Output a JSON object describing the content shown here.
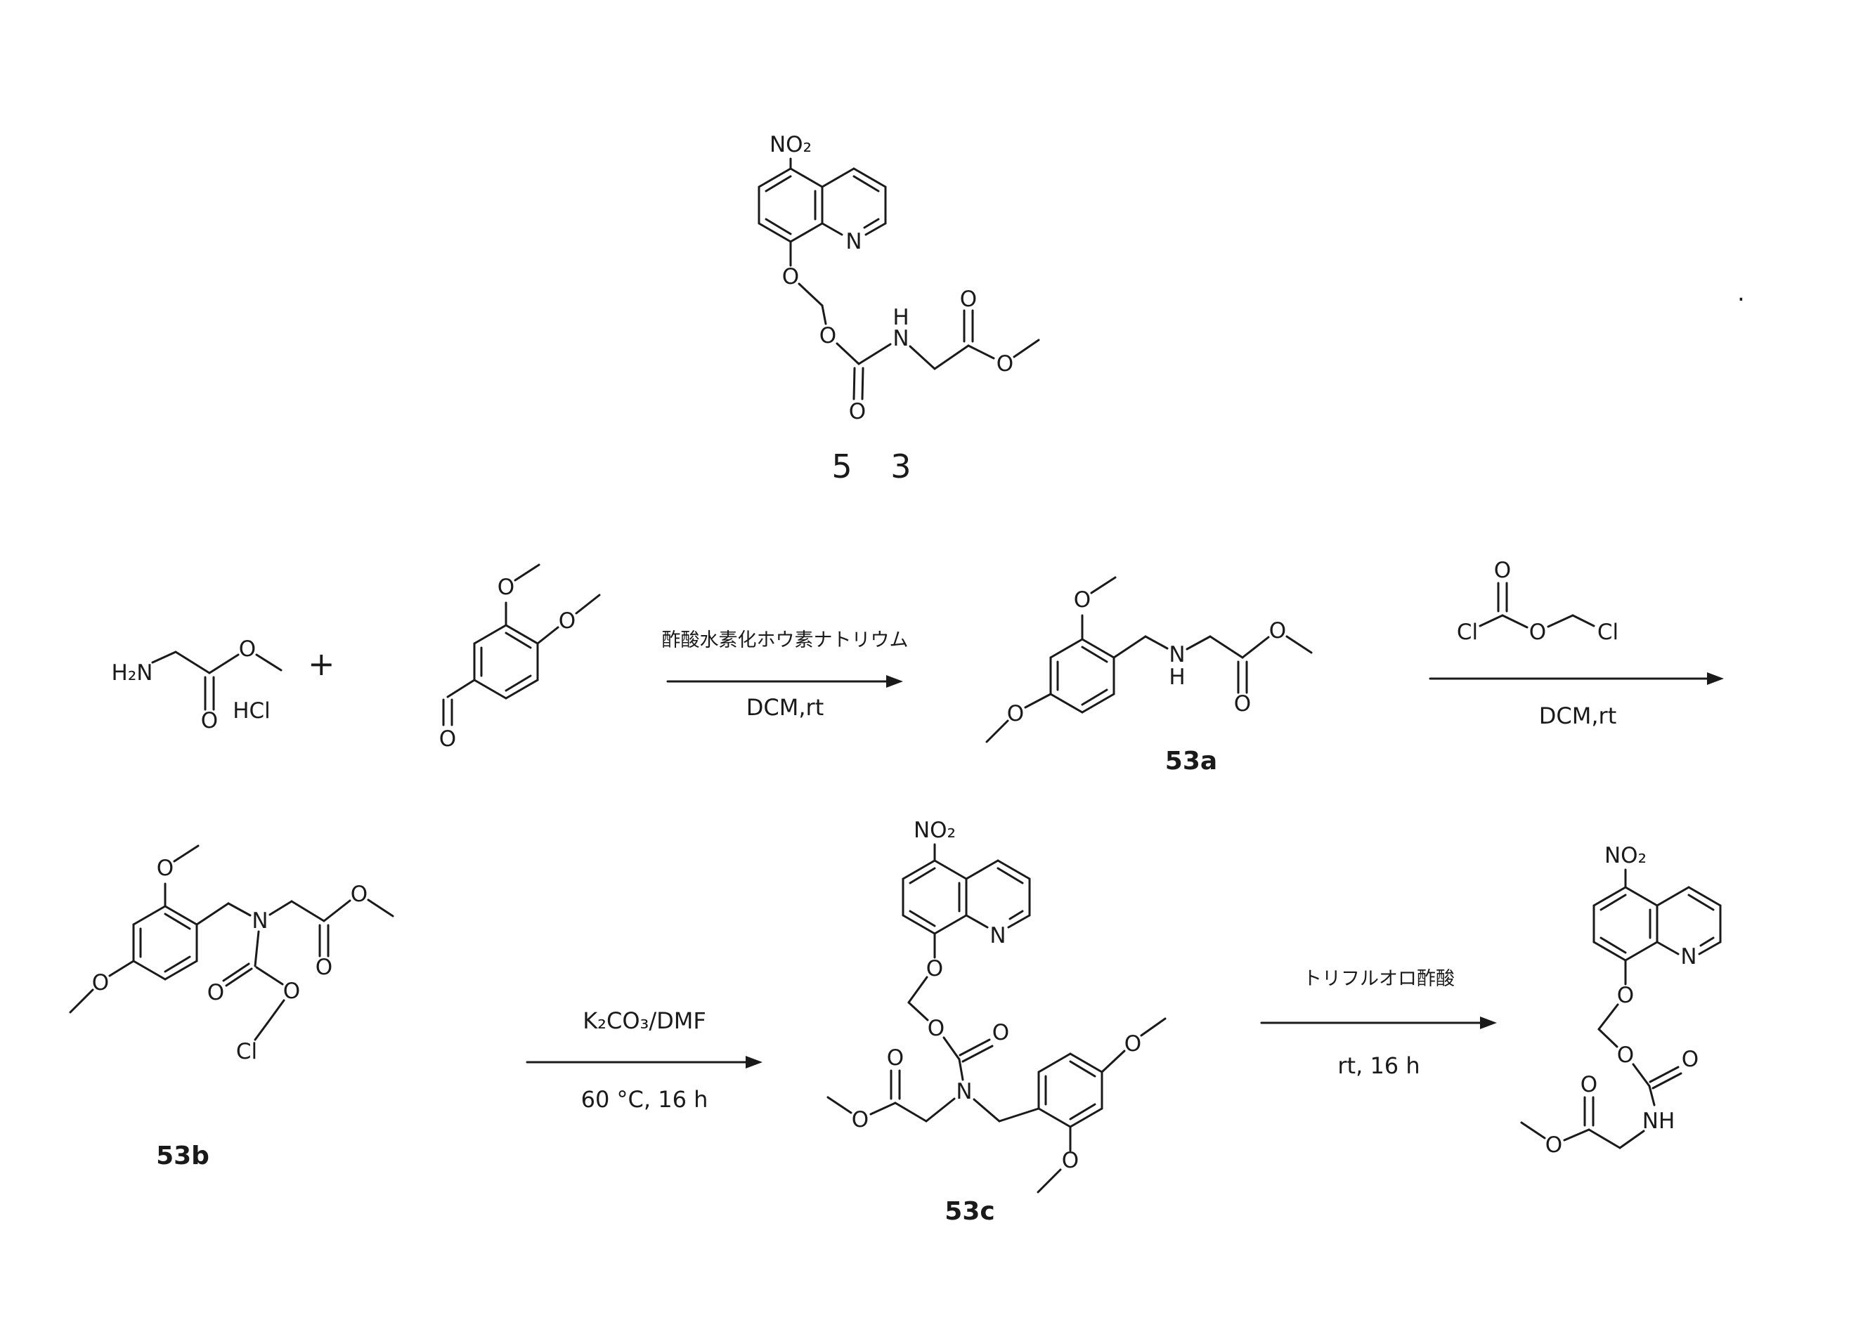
{
  "background": "#ffffff",
  "ink": "#1a1a1a",
  "atoms": {
    "O": "O",
    "N": "N",
    "NO2": "NO₂",
    "Cl": "Cl",
    "NH": "NH",
    "H": "H",
    "H2N": "H₂N"
  },
  "compounds": {
    "c53": {
      "label": "5 3"
    },
    "c53a": {
      "label": "53a"
    },
    "c53b": {
      "label": "53b"
    },
    "c53c": {
      "label": "53c"
    }
  },
  "reagents": {
    "hcl": "HCl",
    "plus": "+"
  },
  "steps": [
    {
      "above": "酢酸水素化ホウ素ナトリウム",
      "below": "DCM,rt"
    },
    {
      "below": "DCM,rt"
    },
    {
      "above": "K₂CO₃/DMF",
      "below": "60 °C, 16 h"
    },
    {
      "above": "トリフルオロ酢酸",
      "below": "rt, 16 h"
    }
  ],
  "stray_mark": "."
}
